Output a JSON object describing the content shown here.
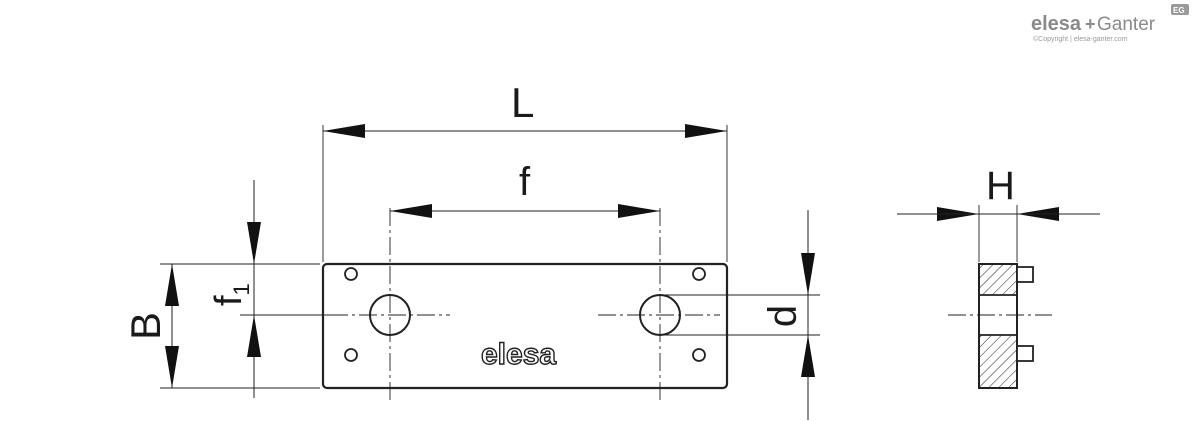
{
  "brand": {
    "name_part1": "elesa",
    "plus": "+",
    "name_part2": "Ganter",
    "copyright": "©Copyright | elesa-ganter.com",
    "badge": "EG"
  },
  "part_marking": "elesa",
  "dimensions": {
    "length": "L",
    "hole_spacing": "f",
    "small_hole_offset": "f",
    "small_hole_offset_sub": "1",
    "width": "B",
    "hole_diameter": "d",
    "height": "H"
  }
}
